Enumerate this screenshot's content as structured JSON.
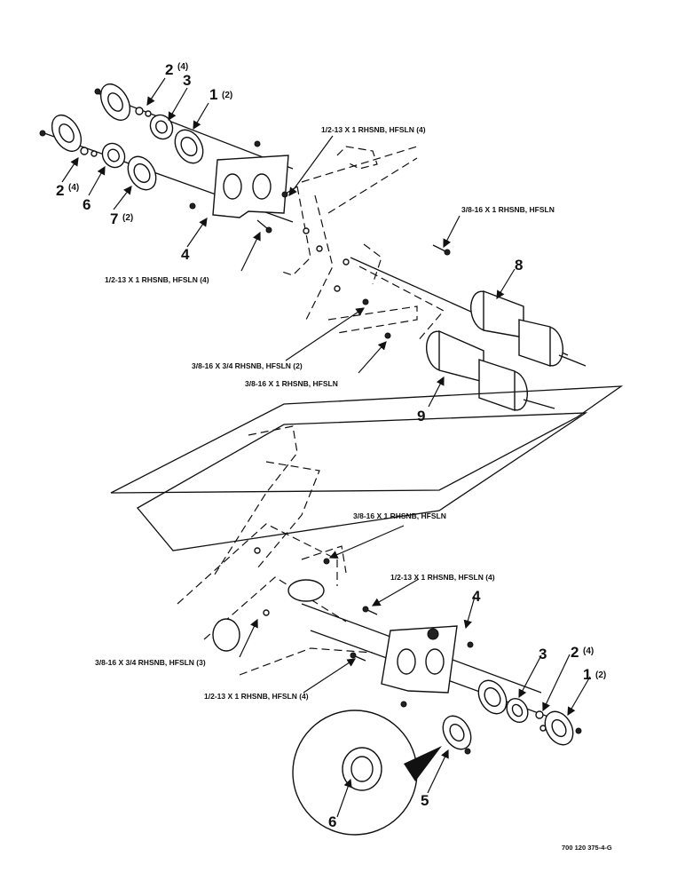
{
  "callouts": {
    "c2_top": "2",
    "c2_top_qty": "(4)",
    "c3_top": "3",
    "c1_top": "1",
    "c1_top_qty": "(2)",
    "c2_left": "2",
    "c2_left_qty": "(4)",
    "c6_top": "6",
    "c7": "7",
    "c7_qty": "(2)",
    "c4_top": "4",
    "c8": "8",
    "c9": "9",
    "c4_bottom": "4",
    "c3_bottom": "3",
    "c2_bottom": "2",
    "c2_bottom_qty": "(4)",
    "c1_bottom": "1",
    "c1_bottom_qty": "(2)",
    "c5": "5",
    "c6_bottom": "6"
  },
  "hardware_labels": {
    "bolt_top_right": "1/2-13 X 1 RHSNB, HFSLN (4)",
    "bolt_top_left": "1/2-13 X 1 RHSNB, HFSLN (4)",
    "bolt_3816_upper": "3/8-16 X 1 RHSNB, HFSLN",
    "bolt_3816_34": "3/8-16 X 3/4 RHSNB, HFSLN (2)",
    "bolt_3816_mid": "3/8-16 X 1 RHSNB, HFSLN",
    "bolt_3816_lower": "3/8-16 X 1 RHSNB, HFSLN",
    "bolt_12_lower_upper": "1/2-13 X 1 RHSNB, HFSLN (4)",
    "bolt_3816_34_three": "3/8-16 X 3/4 RHSNB, HFSLN (3)",
    "bolt_12_lower_lower": "1/2-13 X 1 RHSNB, HFSLN (4)"
  },
  "figure_id": "700 120 375-4-G"
}
